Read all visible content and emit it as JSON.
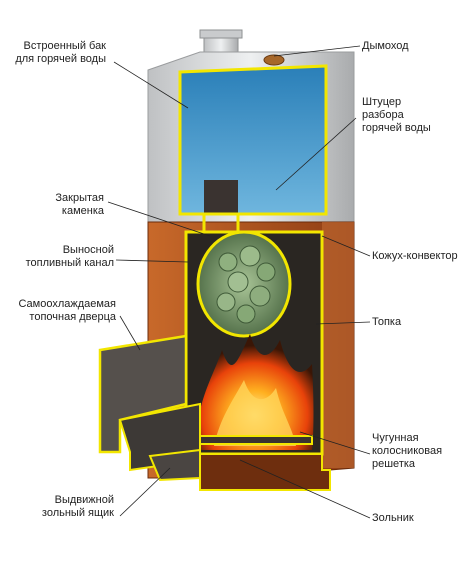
{
  "diagram": {
    "labels_left": [
      {
        "id": "built-in-tank",
        "text": "Встроенный бак\nдля горячей воды"
      },
      {
        "id": "closed-heater",
        "text": "Закрытая\nкаменка"
      },
      {
        "id": "remote-fuel-channel",
        "text": "Выносной\nтопливный канал"
      },
      {
        "id": "self-cooling-door",
        "text": "Самоохлаждаемая\nтопочная дверца"
      },
      {
        "id": "ash-drawer",
        "text": "Выдвижной\nзольный ящик"
      }
    ],
    "labels_right": [
      {
        "id": "chimney",
        "text": "Дымоход"
      },
      {
        "id": "hot-water-fitting",
        "text": "Штуцер\nразбора\nгорячей воды"
      },
      {
        "id": "casing-convector",
        "text": "Кожух-конвектор"
      },
      {
        "id": "firebox",
        "text": "Топка"
      },
      {
        "id": "cast-iron-grate",
        "text": "Чугунная\nколосниковая\nрешетка"
      },
      {
        "id": "ash-pit",
        "text": "Зольник"
      }
    ]
  },
  "colors": {
    "outline": "#f2e600",
    "casing": "#b5571e",
    "casing_dark": "#7a3410",
    "steel": "#d9dadb",
    "water": "#3f8fc2",
    "interior": "#2a2622",
    "fire": "#ff7a10",
    "stones": "#7fa070"
  }
}
